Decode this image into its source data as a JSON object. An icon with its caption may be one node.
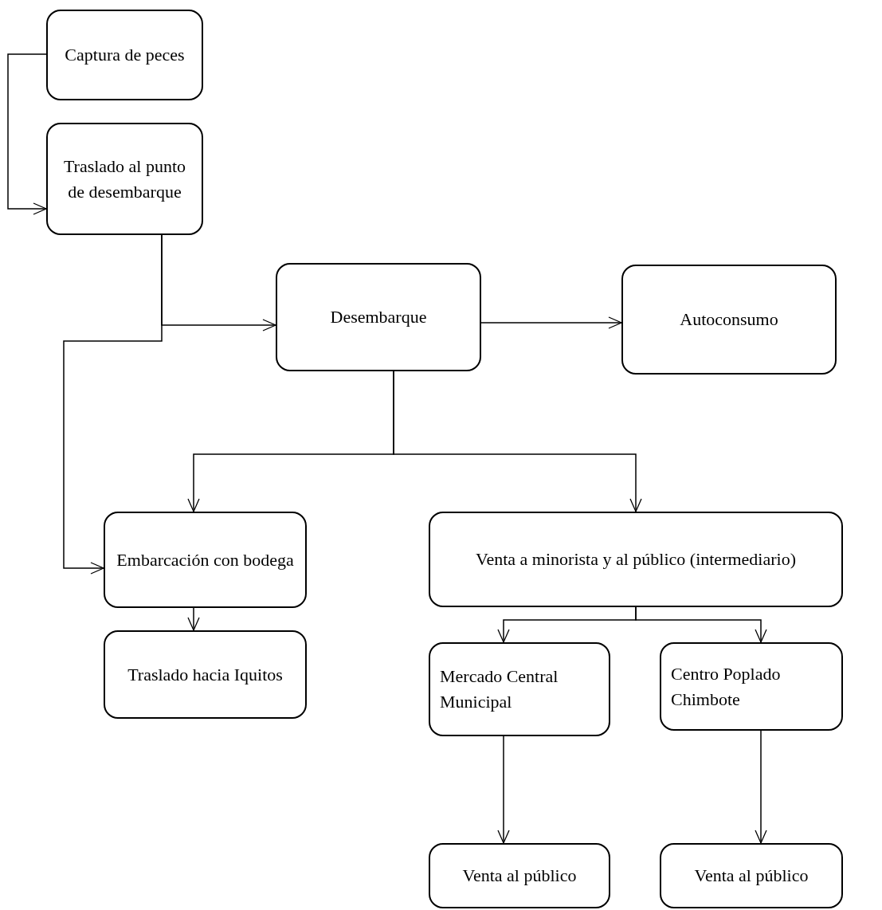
{
  "diagram": {
    "nodes": [
      {
        "text": [
          "Captura de peces"
        ]
      },
      {
        "text": [
          "Traslado al punto de desembarque"
        ]
      },
      {
        "text": [
          "Desembarque"
        ]
      },
      {
        "text": [
          "Autoconsumo"
        ]
      },
      {
        "text": [
          "Embarcación con bodega"
        ]
      },
      {
        "text": [
          "Venta a minorista y al público (intermediario)"
        ]
      },
      {
        "text": [
          "Traslado hacia Iquitos"
        ]
      },
      {
        "text": [
          "Mercado Central Municipal"
        ]
      },
      {
        "text": [
          "Centro Poplado Chimbote"
        ]
      },
      {
        "text": [
          "Venta al público"
        ]
      },
      {
        "text": [
          "Venta al público"
        ]
      }
    ],
    "edges": [
      {
        "from": 0,
        "to": 1,
        "arrow": "to"
      },
      {
        "from": 1,
        "to": 2,
        "arrow": "to"
      },
      {
        "from": 1,
        "to": 4,
        "arrow": "to"
      },
      {
        "from": 2,
        "to": 3,
        "arrow": "to"
      },
      {
        "from": 2,
        "to": 4,
        "arrow": "to"
      },
      {
        "from": 2,
        "to": 5,
        "arrow": "to"
      },
      {
        "from": 4,
        "to": 6,
        "arrow": "to"
      },
      {
        "from": 5,
        "to": 7,
        "arrow": "to"
      },
      {
        "from": 5,
        "to": 8,
        "arrow": "to"
      },
      {
        "from": 7,
        "to": 9,
        "arrow": "to"
      },
      {
        "from": 8,
        "to": 10,
        "arrow": "to"
      }
    ]
  }
}
